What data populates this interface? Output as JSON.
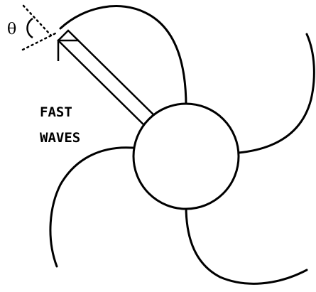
{
  "diagram": {
    "angle_symbol": "θ",
    "arrow_label": {
      "line1": "FAST",
      "line2": "WAVES"
    },
    "stroke_color": "#000000",
    "background_color": "#ffffff"
  }
}
